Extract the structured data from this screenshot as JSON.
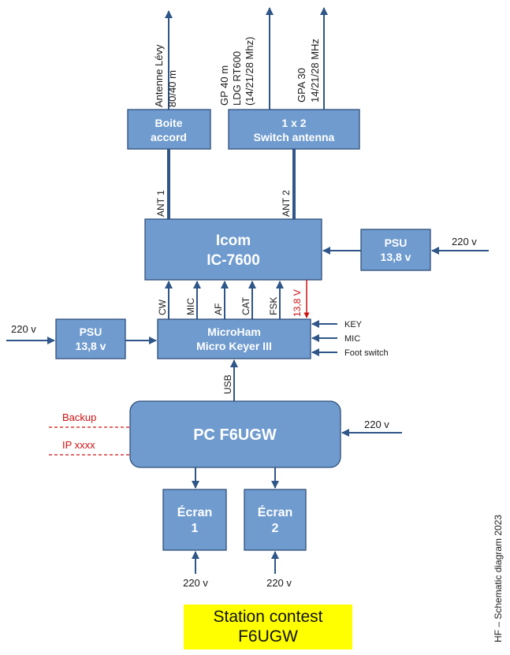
{
  "boxes": {
    "boite_accord": [
      "Boite",
      "accord"
    ],
    "switch_antenna": [
      "1 x 2",
      "Switch antenna"
    ],
    "icom": [
      "Icom",
      "IC-7600"
    ],
    "psu_right": [
      "PSU",
      "13,8 v"
    ],
    "psu_left": [
      "PSU",
      "13,8 v"
    ],
    "microham": [
      "MicroHam",
      "Micro Keyer III"
    ],
    "pc": "PC F6UGW",
    "ecran1": [
      "Écran",
      "1"
    ],
    "ecran2": [
      "Écran",
      "2"
    ]
  },
  "antennas": {
    "levy": [
      "Antenne Lévy",
      "80/40 m"
    ],
    "gp": [
      "GP 40 m",
      "LDG RT600",
      "(14/21/28 Mhz)"
    ],
    "gpa": [
      "GPA 30",
      "14/21/28 MHz"
    ]
  },
  "ports": {
    "ant1": "ANT 1",
    "ant2": "ANT 2",
    "cw": "CW",
    "mic": "MIC",
    "af": "AF",
    "cat": "CAT",
    "fsk": "FSK",
    "v138": "13,8 V",
    "usb": "USB"
  },
  "inputs": {
    "key": "KEY",
    "mic": "MIC",
    "foot_switch": "Foot switch"
  },
  "power": {
    "psu_right": "220 v",
    "psu_left": "220 v",
    "pc": "220 v",
    "ecran1": "220 v",
    "ecran2": "220 v"
  },
  "network": {
    "backup": "Backup",
    "ip": "IP xxxx"
  },
  "side_title": "HF – Schematic diagram 2023",
  "banner": [
    "Station contest",
    "F6UGW"
  ],
  "colors": {
    "box_fill": "#6f9bcf",
    "line": "#2f5689",
    "red": "#d01010",
    "banner": "#ffff00"
  }
}
